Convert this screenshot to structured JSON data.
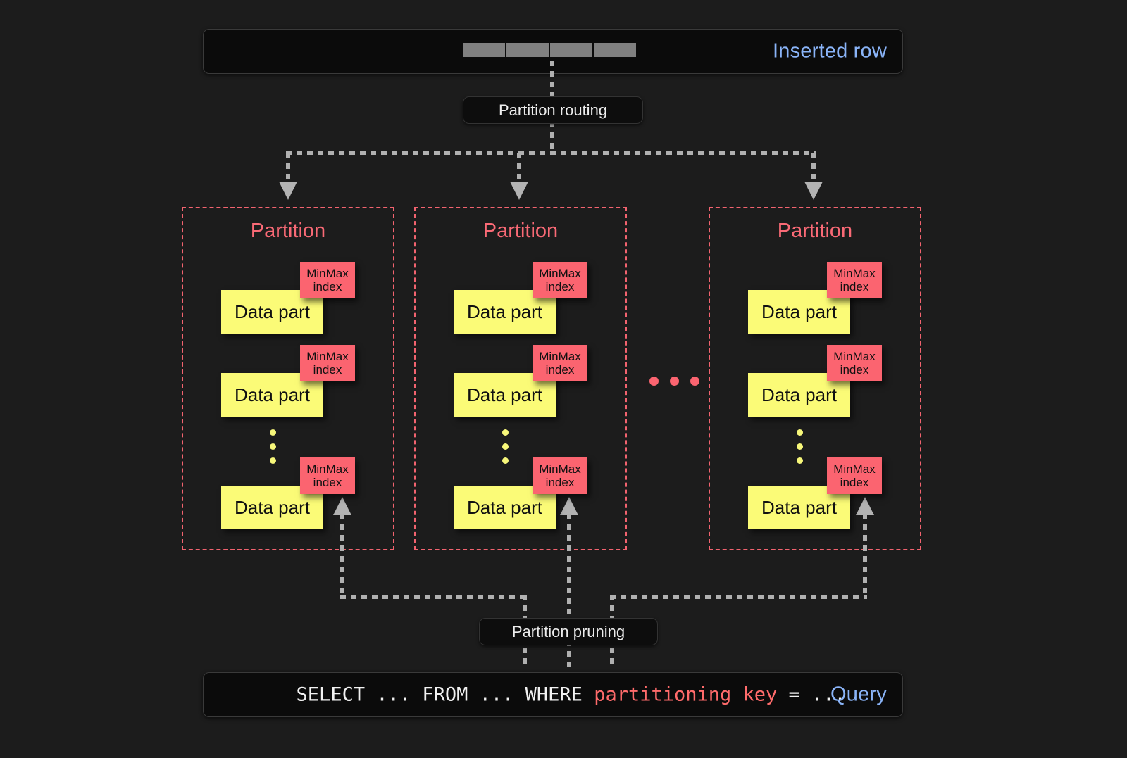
{
  "diagram": {
    "title": "ClickHouse partitioning: insert routing and partition pruning",
    "colors": {
      "background": "#1c1c1c",
      "panel": "#0b0b0b",
      "accent_blue": "#8ab4f8",
      "partition_red": "#fa6a76",
      "minmax_red": "#fb6470",
      "data_part_yellow": "#fbfb77",
      "connector_gray": "#b0b0b0"
    }
  },
  "inserted_row": {
    "label": "Inserted row",
    "cell_count": 4,
    "cells": [
      "",
      "",
      "",
      ""
    ]
  },
  "routing": {
    "label": "Partition routing"
  },
  "pruning": {
    "label": "Partition pruning"
  },
  "query": {
    "label": "Query",
    "prefix": "SELECT ... FROM ... WHERE ",
    "key": "partitioning_key",
    "suffix": " = ..."
  },
  "partitions": [
    {
      "title": "Partition",
      "parts": [
        {
          "label": "Data part",
          "index": "MinMax\nindex",
          "index_line1": "MinMax",
          "index_line2": "index"
        },
        {
          "label": "Data part",
          "index": "MinMax\nindex",
          "index_line1": "MinMax",
          "index_line2": "index"
        },
        {
          "label": "Data part",
          "index": "MinMax\nindex",
          "index_line1": "MinMax",
          "index_line2": "index"
        }
      ],
      "ellipsis_dots": 3
    },
    {
      "title": "Partition",
      "parts": [
        {
          "label": "Data part",
          "index_line1": "MinMax",
          "index_line2": "index"
        },
        {
          "label": "Data part",
          "index_line1": "MinMax",
          "index_line2": "index"
        },
        {
          "label": "Data part",
          "index_line1": "MinMax",
          "index_line2": "index"
        }
      ],
      "ellipsis_dots": 3
    },
    {
      "title": "Partition",
      "parts": [
        {
          "label": "Data part",
          "index_line1": "MinMax",
          "index_line2": "index"
        },
        {
          "label": "Data part",
          "index_line1": "MinMax",
          "index_line2": "index"
        },
        {
          "label": "Data part",
          "index_line1": "MinMax",
          "index_line2": "index"
        }
      ],
      "ellipsis_dots": 3
    }
  ],
  "between_partitions_ellipsis": 3
}
